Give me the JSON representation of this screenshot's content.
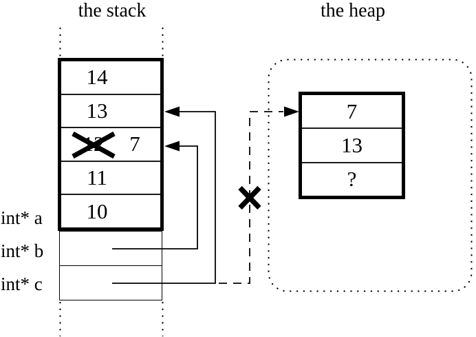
{
  "diagram": {
    "background_color": "#ffffff",
    "ink_color": "#000000",
    "description": "Stack and heap memory diagram with pointer variables; one stack value overwritten and one dangling heap pointer crossed out"
  },
  "stack": {
    "title": "the stack",
    "frame": {
      "rows": [
        {
          "value": "14"
        },
        {
          "value": "13"
        },
        {
          "old_value": "12",
          "new_value": "7",
          "crossed_out": true
        },
        {
          "value": "11"
        },
        {
          "value": "10"
        }
      ]
    },
    "pointer_variables": [
      {
        "label": "int* a"
      },
      {
        "label": "int* b"
      },
      {
        "label": "int* c"
      }
    ]
  },
  "heap": {
    "title": "the heap",
    "block": {
      "rows": [
        {
          "value": "7"
        },
        {
          "value": "13"
        },
        {
          "value": "?"
        }
      ]
    }
  },
  "icons": {
    "cross_out": "✕",
    "arrow_left": "◄",
    "arrow_right": "►"
  }
}
